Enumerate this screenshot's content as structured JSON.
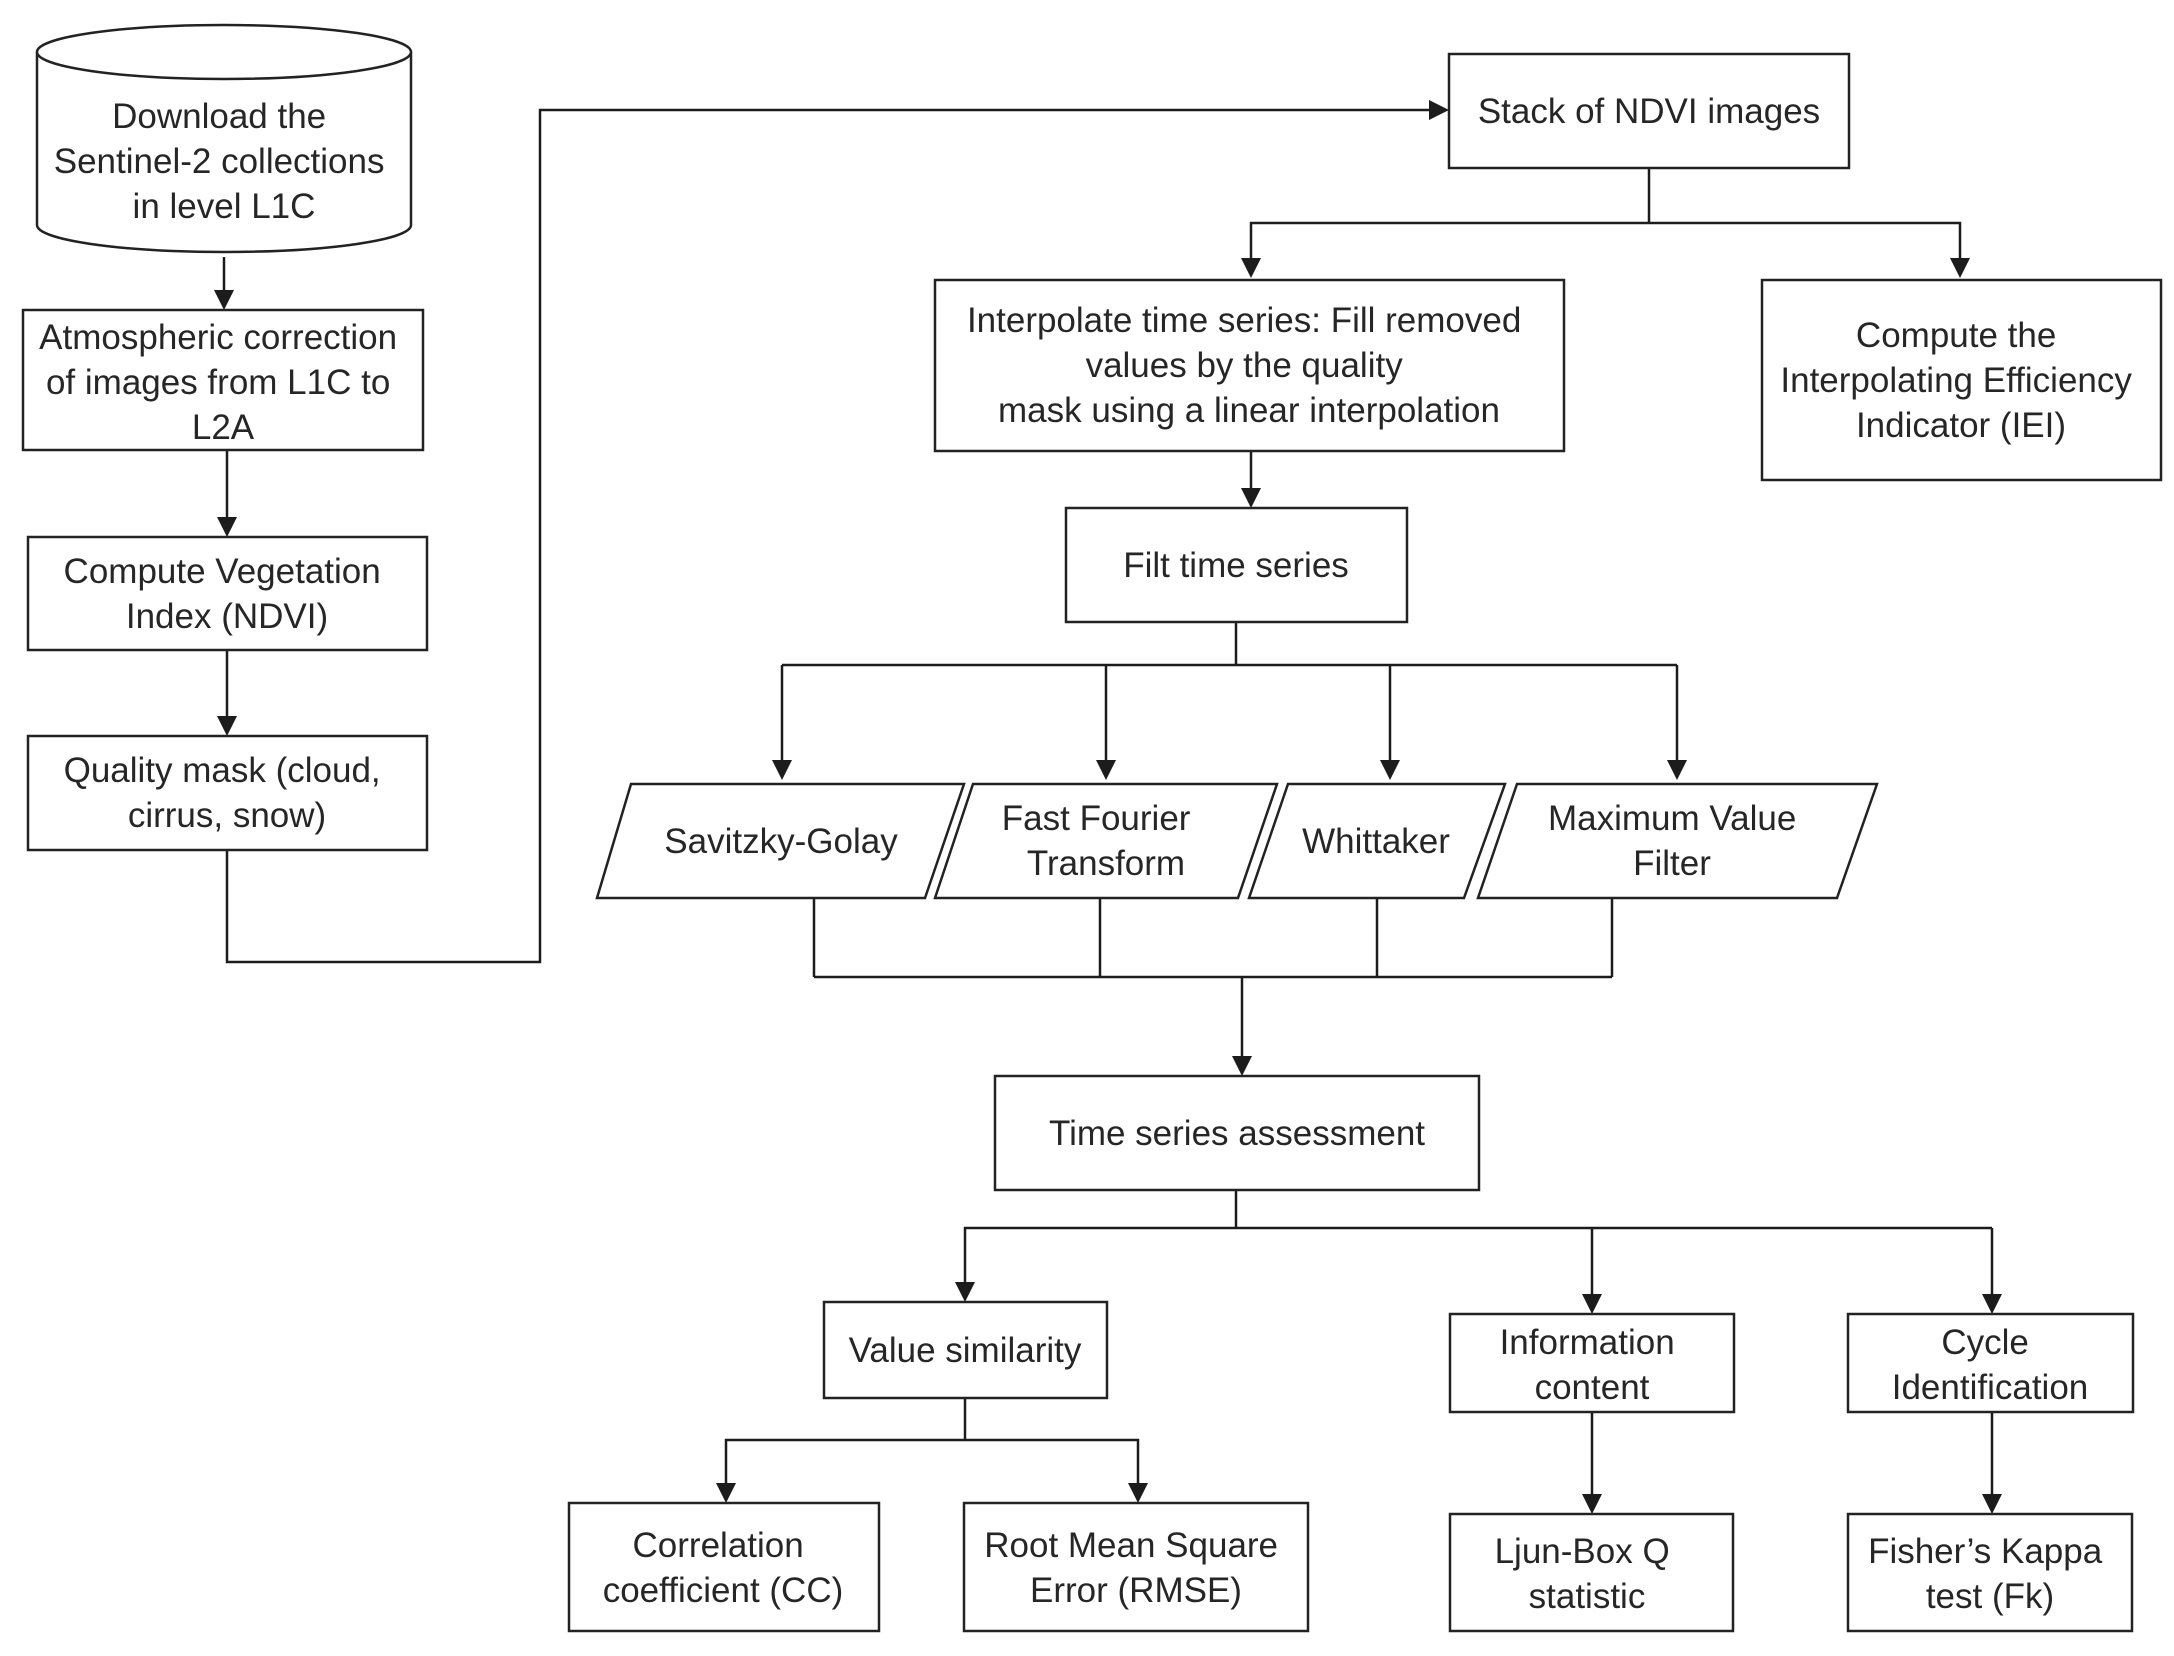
{
  "nodes": {
    "download": [
      "Download the",
      "Sentinel-2 collections",
      "in level L1C"
    ],
    "atmospheric": [
      "Atmospheric correction",
      "of images from L1C to",
      "L2A"
    ],
    "vegetation": [
      "Compute Vegetation",
      "Index (NDVI)"
    ],
    "quality": [
      "Quality mask (cloud,",
      "cirrus, snow)"
    ],
    "stack": [
      "Stack of NDVI images"
    ],
    "interpolate": [
      "Interpolate time series: Fill removed",
      "values by the quality",
      "mask using a linear interpolation"
    ],
    "iei": [
      "Compute the",
      "Interpolating Efficiency",
      "Indicator (IEI)"
    ],
    "filt": [
      "Filt time series"
    ],
    "savitzky": [
      "Savitzky-Golay"
    ],
    "fft": [
      "Fast Fourier",
      "Transform"
    ],
    "whittaker": [
      "Whittaker"
    ],
    "mvf": [
      "Maximum Value",
      "Filter"
    ],
    "assessment": [
      "Time series assessment"
    ],
    "similarity": [
      "Value similarity"
    ],
    "information": [
      "Information",
      "content"
    ],
    "cycle": [
      "Cycle",
      "Identification"
    ],
    "cc": [
      "Correlation",
      "coefficient (CC)"
    ],
    "rmse": [
      "Root Mean Square",
      "Error (RMSE)"
    ],
    "ljung": [
      "Ljun-Box Q",
      "statistic"
    ],
    "fisher": [
      "Fisher’s Kappa",
      "test (Fk)"
    ]
  }
}
